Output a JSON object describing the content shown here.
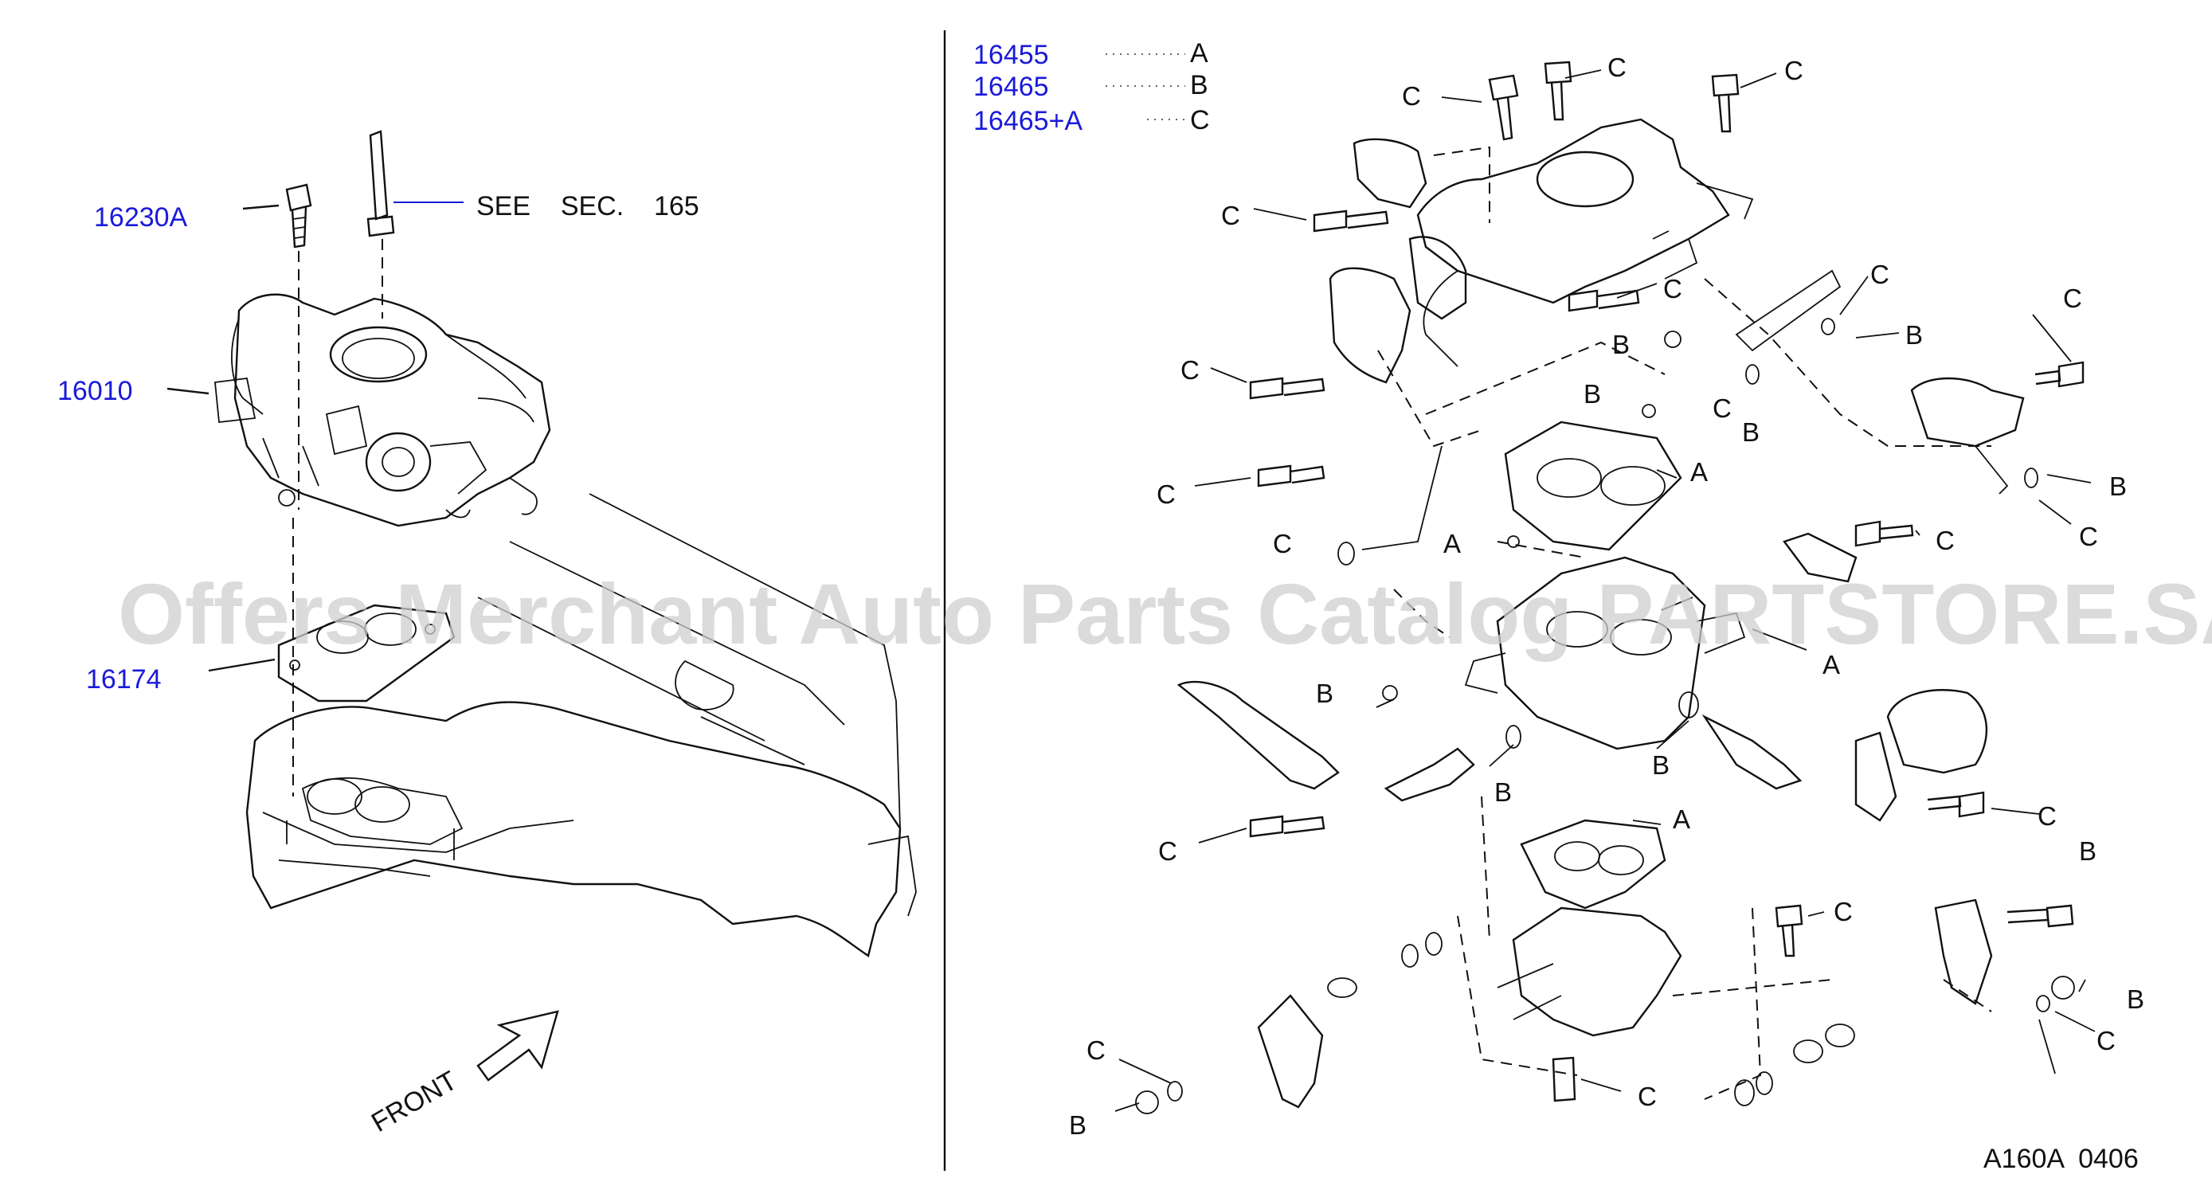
{
  "watermark": "Offers Merchant Auto Parts Catalog PARTSTORE.SA",
  "left_panel": {
    "part_links": {
      "p16230A": "16230A",
      "p16010": "16010",
      "p16174": "16174"
    },
    "see_section": "SEE    SEC.    165",
    "front_label": "FRONT"
  },
  "right_panel": {
    "legend": [
      {
        "part": "16455",
        "letter": "A"
      },
      {
        "part": "16465",
        "letter": "B"
      },
      {
        "part": "16465+A",
        "letter": "C"
      }
    ],
    "callout_letters": {
      "a": "A",
      "b": "B",
      "c": "C"
    },
    "diagram_code": "A160A  0406"
  },
  "colors": {
    "link": "#1a1ad9",
    "ink": "#111111",
    "watermark": "#cfcfcf"
  }
}
